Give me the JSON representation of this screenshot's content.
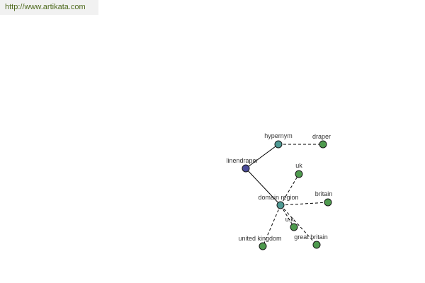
{
  "header": {
    "url_text": "http://www.artikata.com"
  },
  "colors": {
    "root_node": "#4a4c9a",
    "relation_node": "#4f9a94",
    "leaf_node": "#4e9a4e",
    "link_text": "#4f6b1e"
  },
  "graph": {
    "nodes": [
      {
        "id": "linendraper",
        "label": "linendraper",
        "kind": "root"
      },
      {
        "id": "hypernym",
        "label": "hypernym",
        "kind": "relation"
      },
      {
        "id": "draper",
        "label": "draper",
        "kind": "leaf"
      },
      {
        "id": "domain_region",
        "label": "domain region",
        "kind": "relation"
      },
      {
        "id": "uk",
        "label": "uk",
        "kind": "leaf"
      },
      {
        "id": "britain",
        "label": "britain",
        "kind": "leaf"
      },
      {
        "id": "u_k",
        "label": "u.k.",
        "kind": "leaf"
      },
      {
        "id": "great_britain",
        "label": "great britain",
        "kind": "leaf"
      },
      {
        "id": "united_kingdom",
        "label": "united kingdom",
        "kind": "leaf"
      }
    ],
    "edges": [
      {
        "from": "linendraper",
        "to": "hypernym",
        "style": "solid"
      },
      {
        "from": "linendraper",
        "to": "domain_region",
        "style": "solid"
      },
      {
        "from": "hypernym",
        "to": "draper",
        "style": "dashed"
      },
      {
        "from": "domain_region",
        "to": "uk",
        "style": "dashed"
      },
      {
        "from": "domain_region",
        "to": "britain",
        "style": "dashed"
      },
      {
        "from": "domain_region",
        "to": "u_k",
        "style": "dashed"
      },
      {
        "from": "domain_region",
        "to": "great_britain",
        "style": "dashed"
      },
      {
        "from": "domain_region",
        "to": "united_kingdom",
        "style": "dashed"
      }
    ]
  }
}
